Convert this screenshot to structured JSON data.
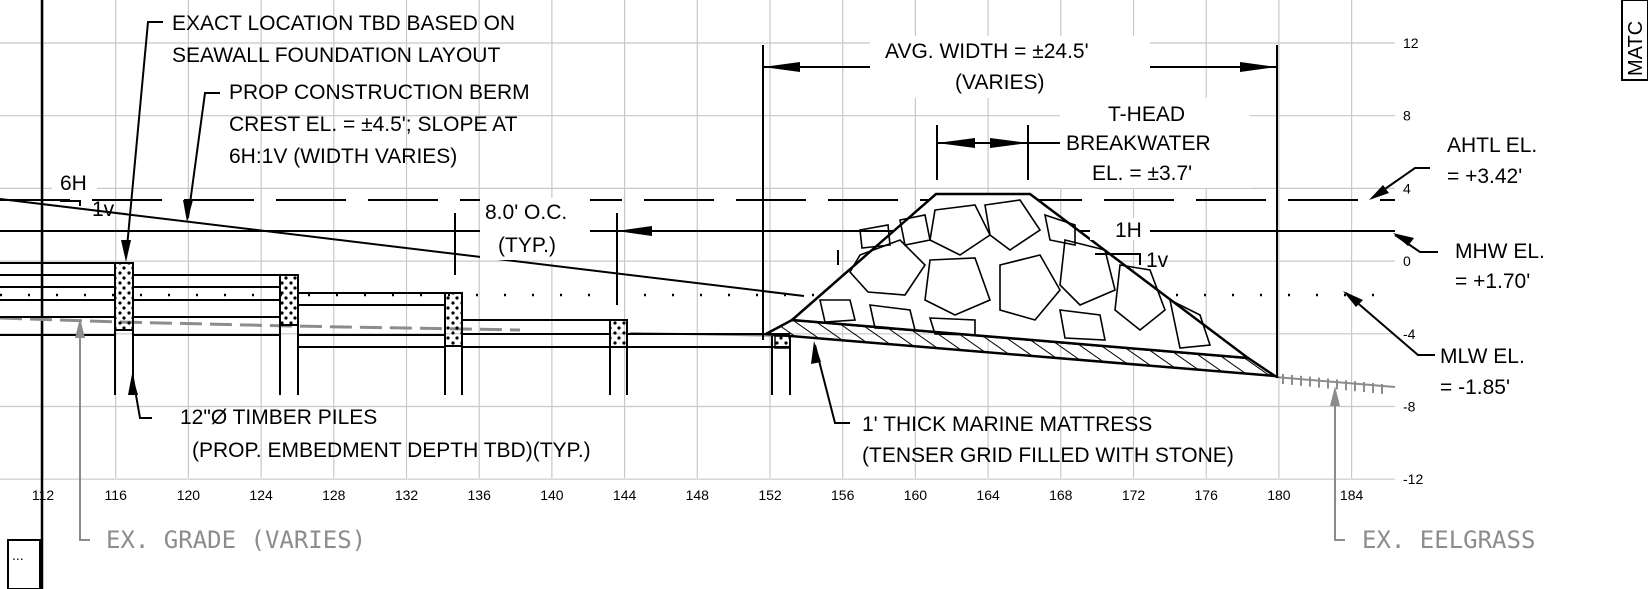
{
  "notes": {
    "seawall_line1": "EXACT LOCATION TBD BASED ON",
    "seawall_line2": "SEAWALL FOUNDATION LAYOUT",
    "berm_line1": "PROP CONSTRUCTION BERM",
    "berm_line2": "CREST EL. = ±4.5'; SLOPE AT",
    "berm_line3": "6H:1V (WIDTH VARIES)",
    "avg_width_line1": "AVG. WIDTH = ±24.5'",
    "avg_width_line2": "(VARIES)",
    "thead_line1": "T-HEAD",
    "thead_line2": "BREAKWATER",
    "thead_line3": "EL. = ±3.7'",
    "ahtl_line1": "AHTL EL.",
    "ahtl_line2": "= +3.42'",
    "mhw_line1": "MHW EL.",
    "mhw_line2": "= +1.70'",
    "mlw_line1": "MLW EL.",
    "mlw_line2": "= -1.85'",
    "oc_line1": "8.0' O.C.",
    "oc_line2": "(TYP.)",
    "slope_6h": "6H",
    "slope_1v_left": "1v",
    "slope_1h": "1H",
    "slope_1v_right": "1v",
    "piles_line1": "12\"Ø TIMBER PILES",
    "piles_line2": "(PROP. EMBEDMENT DEPTH TBD)(TYP.)",
    "mattress_line1": "1' THICK MARINE MATTRESS",
    "mattress_line2": "(TENSER GRID FILLED WITH STONE)",
    "ex_grade": "EX. GRADE (VARIES)",
    "ex_eelgrass": "EX. EELGRASS",
    "match_line": "MATC",
    "corner_box": "..."
  },
  "axes": {
    "x_ticks": [
      "112",
      "116",
      "120",
      "124",
      "128",
      "132",
      "136",
      "140",
      "144",
      "148",
      "152",
      "156",
      "160",
      "164",
      "168",
      "172",
      "176",
      "180",
      "184"
    ],
    "y_ticks": [
      "12",
      "8",
      "4",
      "0",
      "-4",
      "-8",
      "-12"
    ]
  }
}
